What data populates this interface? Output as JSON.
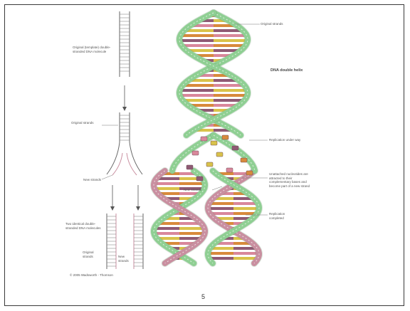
{
  "figure": {
    "title": "DNA double helix",
    "labels": {
      "left_top": "Original (template) double-stranded DNA molecule",
      "left_original_strands": "Original strands",
      "left_new_strands": "New strands",
      "left_bottom": "Two identical double-stranded DNA molecules",
      "left_bottom_original": "Original strands",
      "left_bottom_new": "New strands",
      "right_top_original": "Original strands",
      "right_replication": "Replication under way",
      "right_unpaired": "Unattached nucleotides are attracted to their complementary bases and become part of a new strand",
      "right_new_strands": "New strands",
      "right_complete": "Replication completed"
    },
    "copyright": "© 2005 Wadsworth - Thomson",
    "page_number": "5"
  },
  "colors": {
    "original_strand": "#8fcf93",
    "new_strand": "#c98fa0",
    "base_pink": "#d9879b",
    "base_yellow": "#d9c24a",
    "base_orange": "#d88a3c",
    "base_purple": "#8f5a74"
  }
}
